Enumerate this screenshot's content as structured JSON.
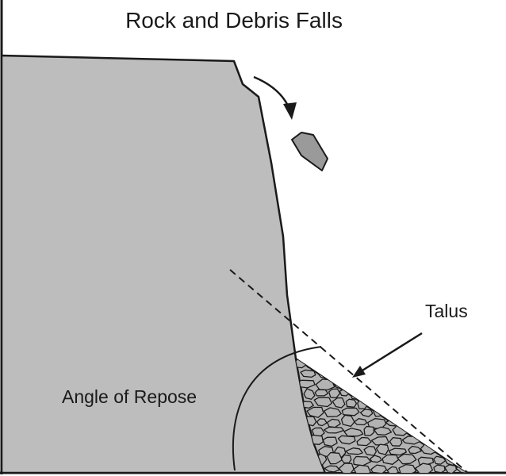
{
  "title": "Rock and Debris Falls",
  "labels": {
    "talus": "Talus",
    "angle_of_repose": "Angle of Repose"
  },
  "colors": {
    "rock_fill": "#bdbdbd",
    "falling_rock_fill": "#9a9a9a",
    "talus_fill": "#b3b3b3",
    "line": "#1a1a1a",
    "background": "#ffffff"
  }
}
